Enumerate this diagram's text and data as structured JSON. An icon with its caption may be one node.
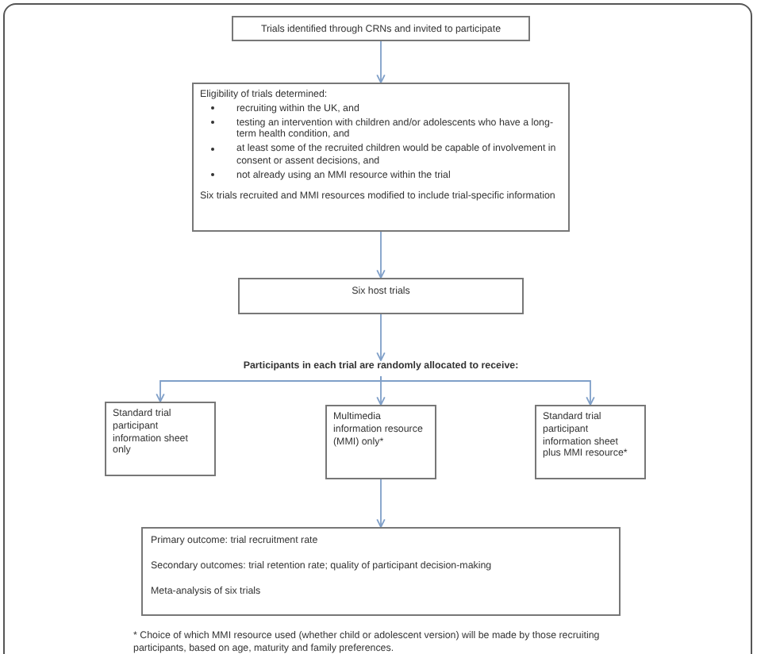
{
  "diagram": {
    "nodes": [
      {
        "text": [
          "Trials identified through CRNs and invited to participate"
        ]
      },
      {
        "text": [
          "Eligibility of trials determined:",
          "recruiting within the UK, and",
          "testing an intervention with children and/or adolescents who have a long-term health condition, and",
          "at least some of the recruited children would be capable of involvement in consent or assent decisions, and",
          "not already using an MMI resource within the trial",
          "Six trials recruited and MMI resources modified to include trial-specific information"
        ]
      },
      {
        "text": [
          "Six host trials"
        ]
      },
      {
        "text": [
          "Participants in each trial are randomly allocated to receive:"
        ]
      },
      {
        "text": [
          "Standard trial participant information sheet only"
        ]
      },
      {
        "text": [
          "Multimedia information resource (MMI) only*"
        ]
      },
      {
        "text": [
          "Standard trial participant information sheet plus MMI resource*"
        ]
      },
      {
        "text": [
          "Primary outcome: trial recruitment rate",
          "Secondary outcomes: trial retention rate; quality of participant decision-making",
          "Meta-analysis of six trials"
        ]
      }
    ],
    "edges": [
      {
        "from": 0,
        "to": 1,
        "arrow": "to"
      },
      {
        "from": 1,
        "to": 2,
        "arrow": "to"
      },
      {
        "from": 2,
        "to": 3,
        "arrow": "to"
      },
      {
        "from": 3,
        "to": 4,
        "arrow": "to"
      },
      {
        "from": 3,
        "to": 5,
        "arrow": "to"
      },
      {
        "from": 3,
        "to": 6,
        "arrow": "to"
      },
      {
        "from": 5,
        "to": 7,
        "arrow": "to"
      }
    ],
    "labels": [
      "* Choice of which MMI resource used (whether child or adolescent version) will be made by those recruiting participants, based on age, maturity and family preferences."
    ]
  }
}
